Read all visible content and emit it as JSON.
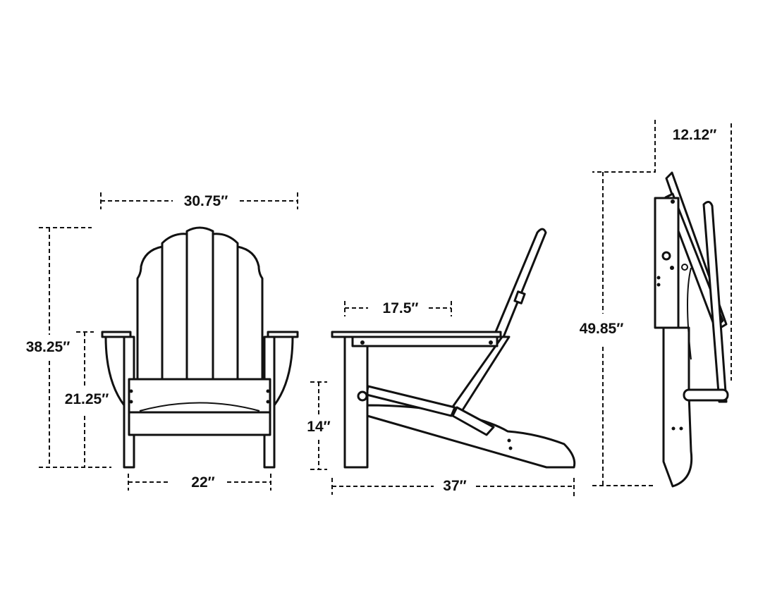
{
  "diagram": {
    "line_color": "#111111",
    "background": "#ffffff",
    "views": {
      "front": {
        "width_label": "30.75″",
        "height_label": "38.25″",
        "arm_height_label": "21.25″",
        "seat_width_label": "22″"
      },
      "side": {
        "arm_depth_label": "17.5″",
        "seat_height_label": "14″",
        "depth_label": "37″"
      },
      "folded": {
        "height_label": "49.85″",
        "depth_label": "12.12″"
      }
    }
  }
}
